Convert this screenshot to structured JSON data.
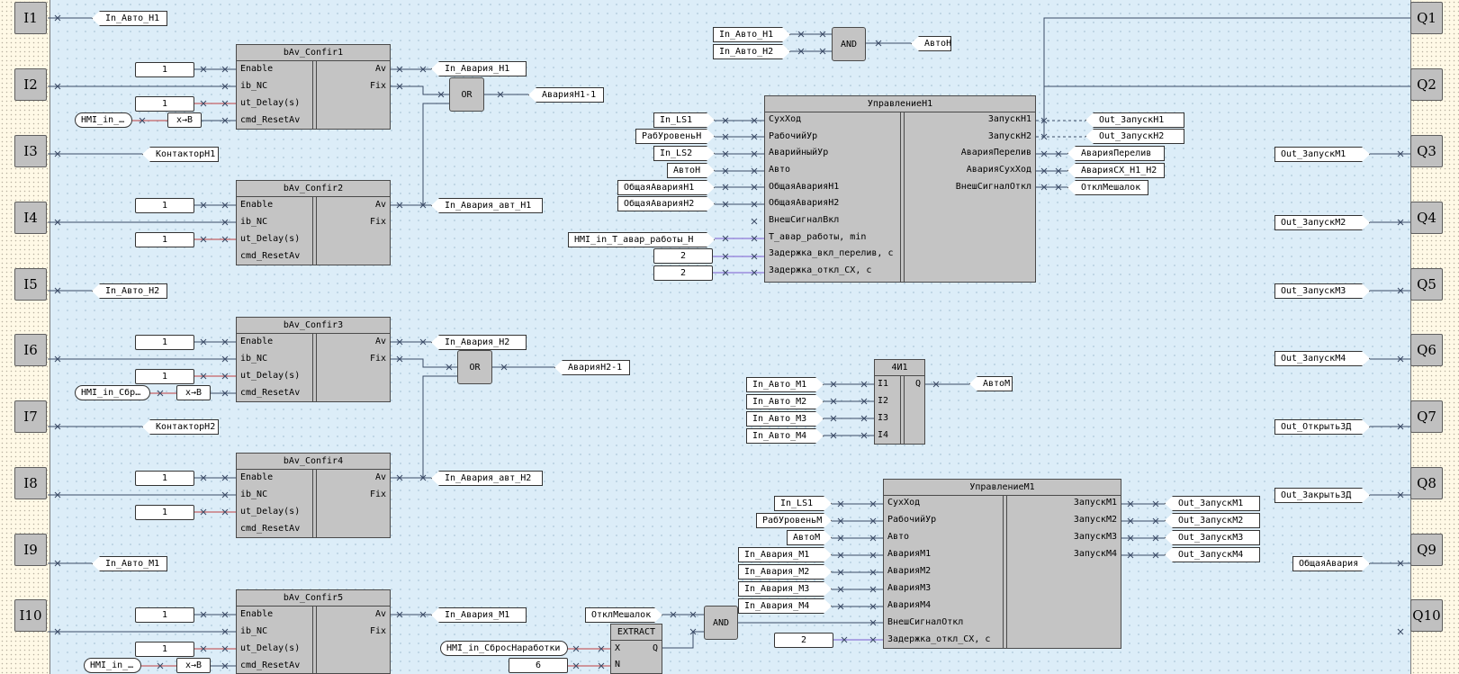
{
  "inputs": [
    "I1",
    "I2",
    "I3",
    "I4",
    "I5",
    "I6",
    "I7",
    "I8",
    "I9",
    "I10"
  ],
  "outputs": [
    "Q1",
    "Q2",
    "Q3",
    "Q4",
    "Q5",
    "Q6",
    "Q7",
    "Q8",
    "Q9",
    "Q10"
  ],
  "tags": {
    "i1": "In_Авто_Н1",
    "i3": "КонтакторН1",
    "i5": "In_Авто_Н2",
    "i7": "КонтакторН2",
    "i9": "In_Авто_М1",
    "av_n1": "In_Авария_Н1",
    "av_avt_n1": "In_Авария_авт_Н1",
    "av_n2": "In_Авария_Н2",
    "av_avt_n2": "In_Авария_авт_Н2",
    "av_m1": "In_Авария_М1",
    "avar_n1": "АварияН1-1",
    "avar_n2": "АварияН2-1",
    "hmi1": "HMI_in_…",
    "hmi2": "HMI_in_Сбр…",
    "hmi3": "HMI_in_…",
    "and_in1": "In_Авто_Н1",
    "and_in2": "In_Авто_Н2",
    "and_out": "АвтоН",
    "u1_in": [
      "In_LS1",
      "РабУровеньН",
      "In_LS2",
      "АвтоН",
      "ОбщаяАварияН1",
      "ОбщаяАварияН2"
    ],
    "u1_hmi": "HMI_in_T_авар_работы_Н",
    "u1_out": [
      "Out_ЗапускН1",
      "Out_ЗапускН2",
      "АварияПерелив",
      "АварияСХ_Н1_Н2",
      "ОтклМешалок"
    ],
    "q_tags": [
      "Out_ЗапускМ1",
      "Out_ЗапускМ2",
      "Out_ЗапускМ3",
      "Out_ЗапускМ4",
      "Out_ОткрытьЗД",
      "Out_ЗакрытьЗД",
      "ОбщаяАвария"
    ],
    "f4_in": [
      "In_Авто_М1",
      "In_Авто_М2",
      "In_Авто_М3",
      "In_Авто_М4"
    ],
    "f4_out": "АвтоМ",
    "u2_in": [
      "In_LS1",
      "РабУровеньМ",
      "АвтоМ",
      "In_Авария_М1",
      "In_Авария_М2",
      "In_Авария_М3",
      "In_Авария_М4"
    ],
    "u2_out": [
      "Out_ЗапускМ1",
      "Out_ЗапускМ2",
      "Out_ЗапускМ3",
      "Out_ЗапускМ4"
    ],
    "otkl": "ОтклМешалок",
    "hmi_sbros": "HMI_in_СбросНаработки"
  },
  "consts": {
    "c1": "1",
    "c2": "1",
    "c3": "1",
    "c4": "1",
    "c5": "1",
    "c6": "1",
    "c7": "1",
    "c8": "1",
    "c9": "1",
    "c10": "1",
    "u1a": "2",
    "u1b": "2",
    "u2": "2",
    "ext": "6"
  },
  "xb": "x→B",
  "confir": {
    "titles": [
      "bAv_Confir1",
      "bAv_Confir2",
      "bAv_Confir3",
      "bAv_Confir4",
      "bAv_Confir5"
    ],
    "in": [
      "Enable",
      "ib_NC",
      "ut_Delay(s)",
      "cmd_ResetAv"
    ],
    "out": [
      "Av",
      "Fix"
    ]
  },
  "gates": {
    "or": "OR",
    "and": "AND",
    "f4": "4И1",
    "extract": "EXTRACT"
  },
  "f4_pins": {
    "in": [
      "I1",
      "I2",
      "I3",
      "I4"
    ],
    "out": "Q"
  },
  "extract_pins": {
    "in": [
      "X",
      "N"
    ],
    "out": "Q"
  },
  "u1": {
    "title": "УправлениеН1",
    "in": [
      "СухХод",
      "РабочийУр",
      "АварийныйУр",
      "Авто",
      "ОбщаяАварияН1",
      "ОбщаяАварияН2",
      "ВнешСигналВкл",
      "T_авар_работы, min",
      "Задержка_вкл_перелив, с",
      "Задержка_откл_СХ, с"
    ],
    "out": [
      "ЗапускН1",
      "ЗапускН2",
      "АварияПерелив",
      "АварияСухХод",
      "ВнешСигналОткл"
    ]
  },
  "u2": {
    "title": "УправлениеМ1",
    "in": [
      "СухХод",
      "РабочийУр",
      "Авто",
      "АварияМ1",
      "АварияМ2",
      "АварияМ3",
      "АварияМ4",
      "ВнешСигналОткл",
      "Задержка_откл_СХ, с"
    ],
    "out": [
      "ЗапускМ1",
      "ЗапускМ2",
      "ЗапускМ3",
      "ЗапускМ4"
    ]
  },
  "colors": {
    "wire": "#3a4a66",
    "int_wire": "#7a5ad0",
    "bool_mark": "#c04040"
  }
}
